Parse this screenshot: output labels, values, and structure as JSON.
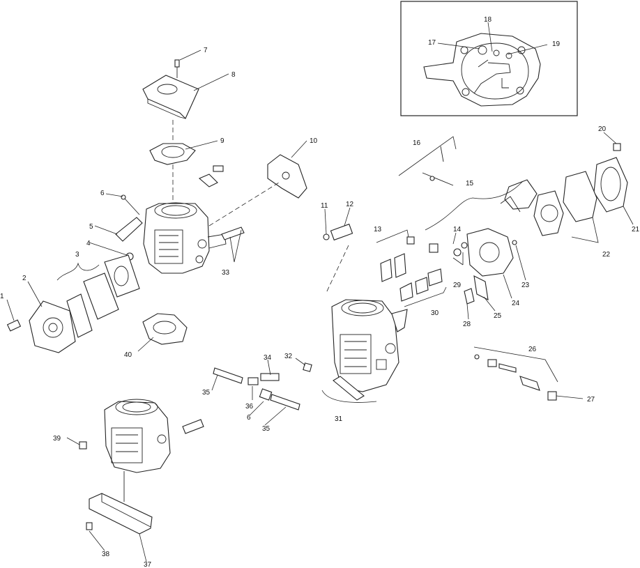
{
  "callouts": [
    {
      "id": "c1",
      "text": "1"
    },
    {
      "id": "c2",
      "text": "2"
    },
    {
      "id": "c3",
      "text": "3"
    },
    {
      "id": "c4",
      "text": "4"
    },
    {
      "id": "c5",
      "text": "5"
    },
    {
      "id": "c6a",
      "text": "6"
    },
    {
      "id": "c7",
      "text": "7"
    },
    {
      "id": "c8",
      "text": "8"
    },
    {
      "id": "c9",
      "text": "9"
    },
    {
      "id": "c10",
      "text": "10"
    },
    {
      "id": "c11",
      "text": "11"
    },
    {
      "id": "c12",
      "text": "12"
    },
    {
      "id": "c13",
      "text": "13"
    },
    {
      "id": "c14",
      "text": "14"
    },
    {
      "id": "c15",
      "text": "15"
    },
    {
      "id": "c16",
      "text": "16"
    },
    {
      "id": "c17",
      "text": "17"
    },
    {
      "id": "c18",
      "text": "18"
    },
    {
      "id": "c19",
      "text": "19"
    },
    {
      "id": "c20",
      "text": "20"
    },
    {
      "id": "c21",
      "text": "21"
    },
    {
      "id": "c22",
      "text": "22"
    },
    {
      "id": "c23",
      "text": "23"
    },
    {
      "id": "c24",
      "text": "24"
    },
    {
      "id": "c25",
      "text": "25"
    },
    {
      "id": "c26",
      "text": "26"
    },
    {
      "id": "c27",
      "text": "27"
    },
    {
      "id": "c28",
      "text": "28"
    },
    {
      "id": "c29",
      "text": "29"
    },
    {
      "id": "c30",
      "text": "30"
    },
    {
      "id": "c31",
      "text": "31"
    },
    {
      "id": "c32",
      "text": "32"
    },
    {
      "id": "c33",
      "text": "33"
    },
    {
      "id": "c34",
      "text": "34"
    },
    {
      "id": "c35a",
      "text": "35"
    },
    {
      "id": "c35b",
      "text": "35"
    },
    {
      "id": "c36",
      "text": "36"
    },
    {
      "id": "c6b",
      "text": "6"
    },
    {
      "id": "c37",
      "text": "37"
    },
    {
      "id": "c38",
      "text": "38"
    },
    {
      "id": "c39",
      "text": "39"
    },
    {
      "id": "c40",
      "text": "40"
    }
  ]
}
